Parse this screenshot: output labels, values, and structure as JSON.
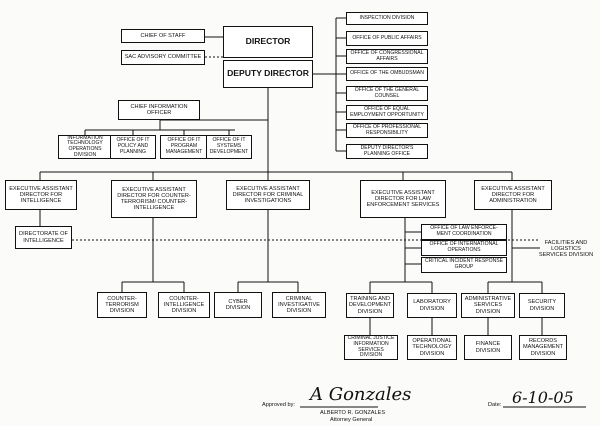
{
  "nodes": {
    "director": "DIRECTOR",
    "deputy_director": "DEPUTY DIRECTOR",
    "chief_of_staff": "CHIEF OF STAFF",
    "sac_advisory": "SAC ADVISORY COMMITTEE",
    "inspection": "INSPECTION DIVISION",
    "public_affairs": "OFFICE OF PUBLIC AFFAIRS",
    "congressional": "OFFICE OF CONGRESSIONAL AFFAIRS",
    "ombudsman": "OFFICE OF THE OMBUDSMAN",
    "general_counsel": "OFFICE OF THE GENERAL COUNSEL",
    "equal_employment": "OFFICE OF EQUAL EMPLOYMENT OPPORTUNITY",
    "professional_responsibility": "OFFICE OF PROFESSIONAL RESPONSIBILITY",
    "planning_office": "DEPUTY DIRECTOR'S PLANNING OFFICE",
    "cio": "CHIEF INFORMATION OFFICER",
    "it_operations": "INFORMATION TECHNOLOGY OPERATIONS DIVISION",
    "it_policy": "OFFICE OF IT POLICY AND PLANNING",
    "it_program": "OFFICE OF IT PROGRAM MANAGEMENT",
    "it_systems": "OFFICE OF IT SYSTEMS DEVELOPMENT",
    "ead_intelligence": "EXECUTIVE ASSISTANT DIRECTOR FOR INTELLIGENCE",
    "ead_counterterrorism": "EXECUTIVE ASSISTANT DIRECTOR FOR COUNTER-TERRORISM/ COUNTER-INTELLIGENCE",
    "ead_criminal": "EXECUTIVE ASSISTANT DIRECTOR FOR CRIMINAL INVESTIGATIONS",
    "ead_law_enforcement": "EXECUTIVE ASSISTANT DIRECTOR FOR LAW ENFORCEMENT SERVICES",
    "ead_administration": "EXECUTIVE ASSISTANT DIRECTOR FOR ADMINISTRATION",
    "directorate_intelligence": "DIRECTORATE OF INTELLIGENCE",
    "law_enforcement_coordination": "OFFICE OF LAW ENFORCE-MENT COORDINATION",
    "international_operations": "OFFICE OF INTERNATIONAL OPERATIONS",
    "critical_incident": "CRITICAL INCIDENT RESPONSE GROUP",
    "facilities_logistics": "FACILITIES AND LOGISTICS SERVICES DIVISION",
    "counterterrorism_div": "COUNTER-TERRORISM DIVISION",
    "counterintelligence_div": "COUNTER-INTELLIGENCE DIVISION",
    "cyber_div": "CYBER DIVISION",
    "criminal_investigative_div": "CRIMINAL INVESTIGATIVE DIVISION",
    "training_development": "TRAINING AND DEVELOPMENT DIVISION",
    "laboratory": "LABORATORY DIVISION",
    "cjis": "CRIMINAL JUSTICE INFORMATION SERVICES DIVISION",
    "operational_technology": "OPERATIONAL TECHNOLOGY DIVISION",
    "administrative_services": "ADMINISTRATIVE SERVICES DIVISION",
    "security": "SECURITY DIVISION",
    "finance": "FINANCE DIVISION",
    "records_management": "RECORDS MANAGEMENT DIVISION"
  },
  "approval": {
    "approved_label": "Approved by:",
    "name": "ALBERTO R. GONZALES",
    "role": "Attorney General",
    "date_label": "Date:",
    "date_value": "6-10-05",
    "signature": "A Gonzales"
  }
}
